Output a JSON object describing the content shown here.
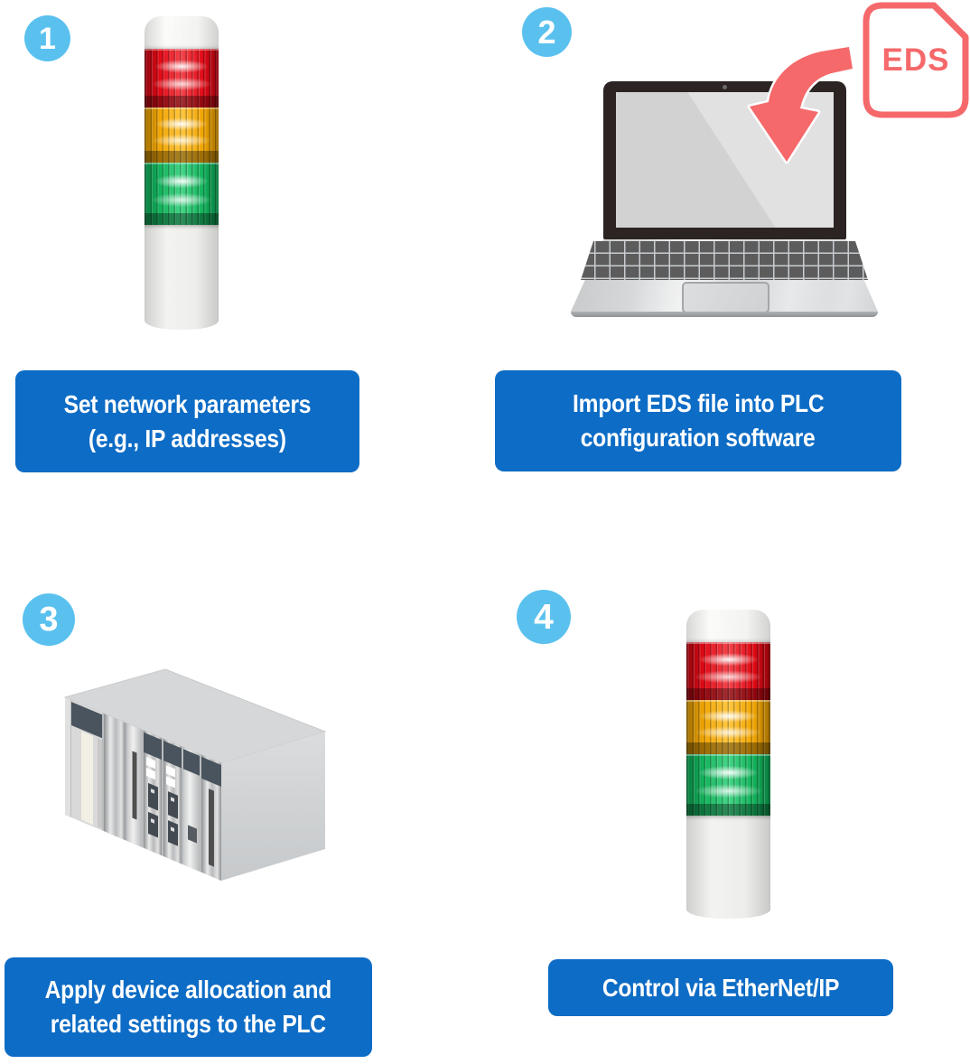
{
  "colors": {
    "label_bg": "#0d6cc5",
    "step_badge_bg": "#5ac1ef",
    "coral": "#f5696b"
  },
  "steps": [
    {
      "number": "1",
      "label_lines": [
        "Set network parameters",
        "(e.g., IP addresses)"
      ],
      "illustration": "signal-tower-light"
    },
    {
      "number": "2",
      "label_lines": [
        "Import EDS file into PLC",
        "configuration software"
      ],
      "illustration": "laptop-importing-eds-file",
      "file_badge": "EDS"
    },
    {
      "number": "3",
      "label_lines": [
        "Apply device allocation and",
        "related settings to the PLC"
      ],
      "illustration": "plc-rack"
    },
    {
      "number": "4",
      "label_lines": [
        "Control via EtherNet/IP"
      ],
      "illustration": "signal-tower-light"
    }
  ]
}
